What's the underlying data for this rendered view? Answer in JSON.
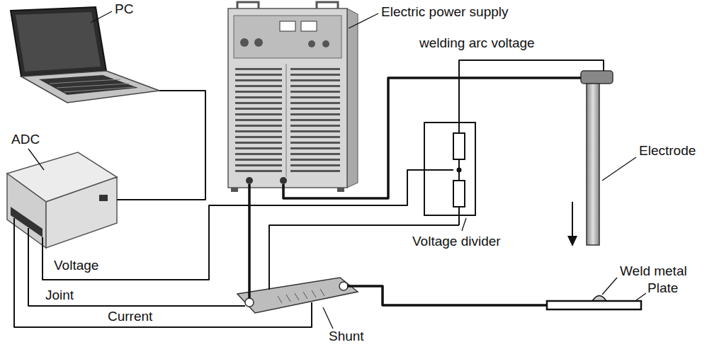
{
  "diagram": {
    "nodes": [
      {
        "text": [
          "Voltage divider"
        ]
      }
    ],
    "labels": [
      "PC",
      "Electric power supply",
      "welding arc voltage",
      "ADC",
      "Electrode",
      "Weld metal",
      "Plate",
      "Voltage",
      "Joint",
      "Current",
      "Shunt"
    ]
  }
}
